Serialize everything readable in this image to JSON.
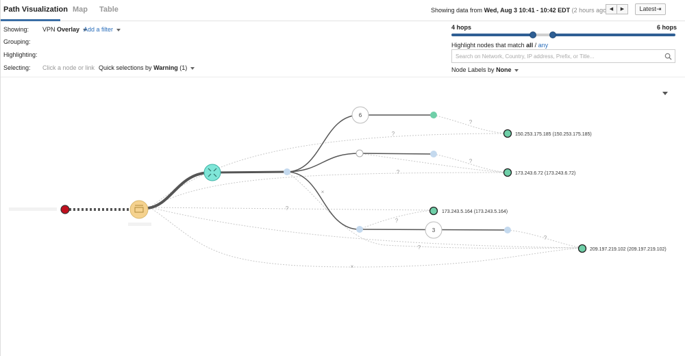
{
  "tabs": [
    {
      "label": "Path Visualization",
      "active": true
    },
    {
      "label": "Map",
      "active": false
    },
    {
      "label": "Table",
      "active": false
    }
  ],
  "time_range": {
    "prefix": "Showing data from",
    "range": "Wed, Aug 3 10:41 - 10:42 EDT",
    "relative": "(2 hours ago)"
  },
  "nav": {
    "prev_glyph": "◀",
    "next_glyph": "▶",
    "latest_label": "Latest⇥"
  },
  "controls": {
    "showing_label": "Showing:",
    "showing_value_prefix": "VPN",
    "showing_value_strong": "Overlay",
    "add_filter": "Add a filter",
    "grouping_label": "Grouping:",
    "highlighting_label": "Highlighting:",
    "selecting_label": "Selecting:",
    "selecting_placeholder": "Click a node or link",
    "quick_prefix": "Quick selections by",
    "quick_strong": "Warning",
    "quick_count": "(1)"
  },
  "hops": {
    "min_label": "4 hops",
    "max_label": "6 hops",
    "min_value": 4,
    "max_value": 6
  },
  "highlight": {
    "prefix": "Highlight nodes that match",
    "all": "all",
    "separator": "/",
    "any": "any",
    "search_placeholder": "Search on Network, Country, IP address, Prefix, or Title..."
  },
  "node_labels": {
    "prefix": "Node Labels by",
    "value": "None"
  },
  "graph": {
    "colors": {
      "source_red": "#c0101e",
      "agent_yellow": "#f5d28e",
      "vpn_teal": "#7fe6d8",
      "dest_green": "#6fcfa8",
      "hop_blue": "#c4d9ee"
    },
    "node_badges": [
      "6",
      "3"
    ],
    "destinations": [
      "150.253.175.185 (150.253.175.185)",
      "173.243.6.72 (173.243.6.72)",
      "173.243.5.164 (173.243.5.164)",
      "209.197.219.102 (209.197.219.102)"
    ],
    "unknown_marker": "?",
    "cross_marker": "×"
  }
}
